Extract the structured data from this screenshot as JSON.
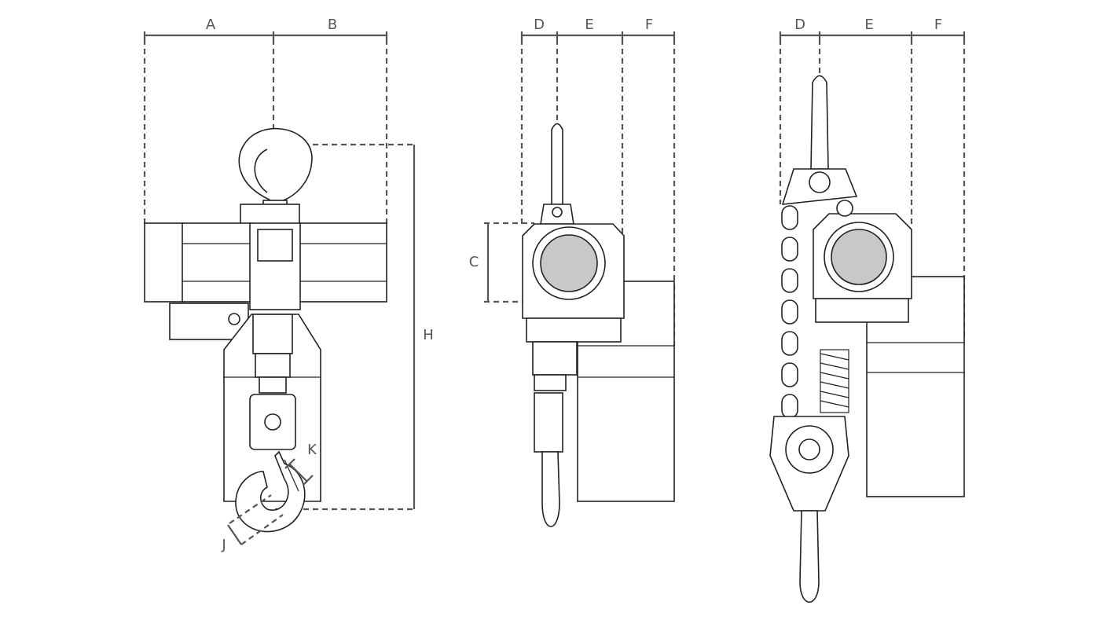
{
  "figure": {
    "front_view": {
      "dim_a": "A",
      "dim_b": "B",
      "dim_h": "H",
      "dim_k": "K",
      "dim_j": "J"
    },
    "side_view_hook": {
      "dim_d": "D",
      "dim_e": "E",
      "dim_f": "F",
      "dim_c": "C"
    },
    "side_view_trolley": {
      "dim_d": "D",
      "dim_e": "E",
      "dim_f": "F"
    }
  },
  "colors": {
    "dimension_line": "#555555",
    "drawing_line": "#222222",
    "mesh": "#c8c8c8"
  }
}
